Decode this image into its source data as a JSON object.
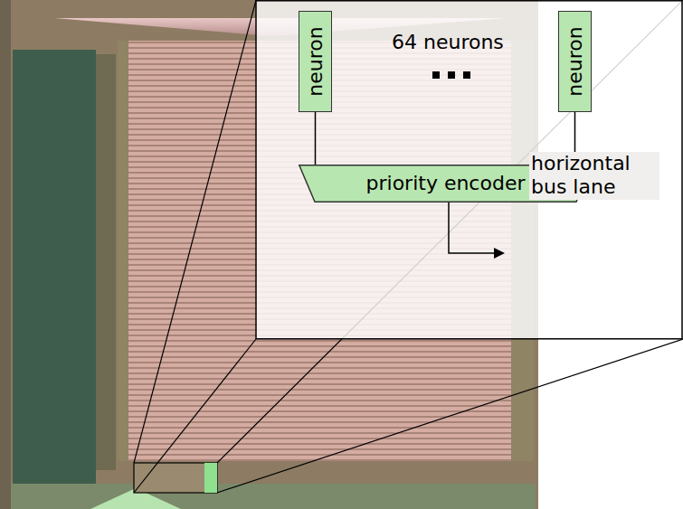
{
  "diagram": {
    "nodes": [
      {
        "text": [
          "neuron"
        ]
      },
      {
        "text": [
          "neuron"
        ]
      },
      {
        "text": [
          "priority encoder"
        ]
      }
    ],
    "edges": [
      {
        "from": 0,
        "to": 2,
        "arrow": "none"
      },
      {
        "from": 1,
        "to": 2,
        "arrow": "none"
      }
    ],
    "labels": [
      "64 neurons",
      "horizontal bus lane"
    ]
  }
}
